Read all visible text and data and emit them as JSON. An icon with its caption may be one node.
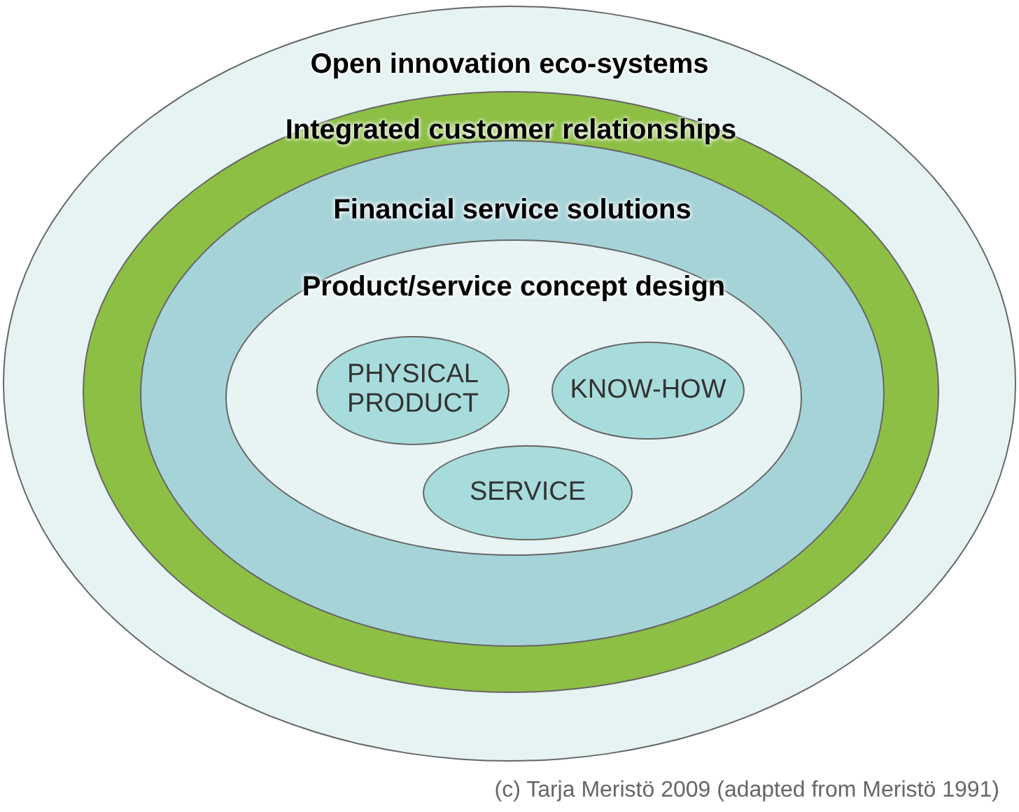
{
  "diagram": {
    "caption": "(c) Tarja Meristö 2009 (adapted from Meristö 1991)",
    "nodes": [
      {
        "text": [
          "Open innovation eco-systems"
        ]
      },
      {
        "text": [
          "Integrated customer relationships"
        ],
        "in": 0
      },
      {
        "text": [
          "Financial service solutions"
        ],
        "in": 1
      },
      {
        "text": [
          "Product/service concept design"
        ],
        "in": 2
      },
      {
        "text": [
          "PHYSICAL PRODUCT"
        ],
        "in": 3
      },
      {
        "text": [
          "KNOW-HOW"
        ],
        "in": 3
      },
      {
        "text": [
          "SERVICE"
        ],
        "in": 3
      }
    ],
    "edges": []
  }
}
